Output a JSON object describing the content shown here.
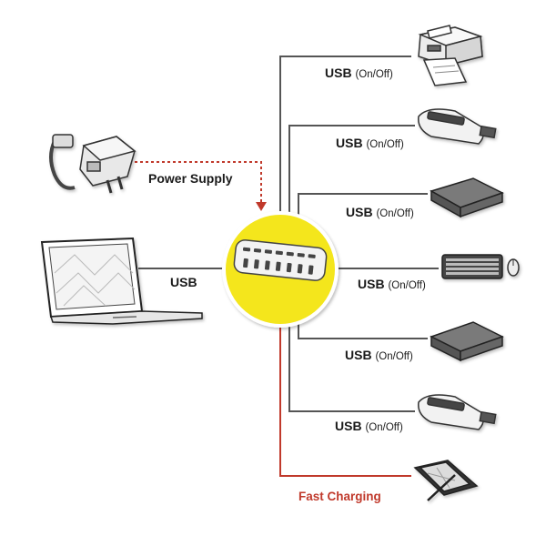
{
  "labels": {
    "power_supply": "Power Supply",
    "usb_laptop": "USB",
    "port_usb": "USB",
    "port_suffix": "(On/Off)",
    "fast_charging": "Fast Charging"
  },
  "devices": {
    "power_adapter": "power-adapter-icon",
    "laptop": "laptop-icon",
    "hub": "usb-hub-icon",
    "printer": "printer-icon",
    "card_reader": "card-reader-icon",
    "hard_drive": "external-drive-icon",
    "keyboard": "keyboard-mouse-icon",
    "smartphone": "smartphone-icon"
  },
  "colors": {
    "hub_circle": "#f4e61a",
    "line": "#555555",
    "power_line": "#c0392b",
    "fast_charge_line": "#c0392b",
    "label_red": "#c0392b"
  }
}
